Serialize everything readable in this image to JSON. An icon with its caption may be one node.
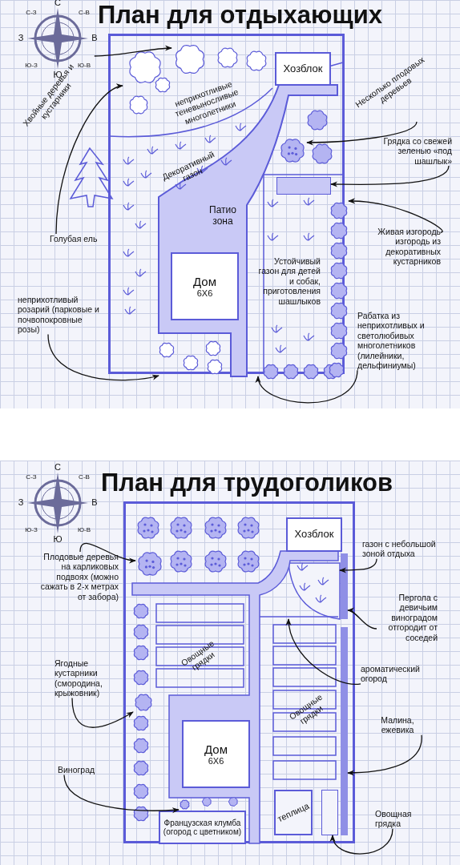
{
  "diagram": {
    "nodes": [
      {
        "text": [
          "План для отдыхающих"
        ]
      },
      {
        "text": [
          "Хвойные деревья и кустарники"
        ]
      },
      {
        "text": [],
        "shape": "cloud",
        "in": 0
      },
      {
        "text": [],
        "shape": "cloud",
        "in": 0
      },
      {
        "text": [
          "Хозблок"
        ],
        "in": 0
      },
      {
        "text": [
          "Несколько плодовых деревьев"
        ]
      },
      {
        "text": [],
        "shape": "picture",
        "in": 0
      },
      {
        "text": [
          "Грядка со свежей зеленью «под шашлык»"
        ]
      },
      {
        "text": [],
        "shape": "box",
        "in": 0
      },
      {
        "text": [
          "Голубая ель"
        ]
      },
      {
        "text": [
          "Патио зона"
        ],
        "in": 0
      },
      {
        "text": [
          "Живая изгородь изгородь из декоративных кустарников"
        ]
      },
      {
        "text": [],
        "shape": "picture",
        "in": 0
      },
      {
        "text": [
          "Дом",
          "6Х6"
        ],
        "in": 10
      },
      {
        "text": [
          "неприхотливый розарий (парковые и почвопокровные розы)"
        ]
      },
      {
        "text": [
          "Рабатка из неприхотливых и светолюбивых многолетников (лилейники, дельфиниумы)"
        ]
      },
      {
        "text": [],
        "shape": "picture",
        "in": 0
      },
      {
        "text": [
          "План для трудоголиков"
        ]
      },
      {
        "text": [
          "Хозблок"
        ],
        "in": 17
      },
      {
        "text": [],
        "shape": "picture",
        "in": 17
      },
      {
        "text": [
          "Плодовые деревья на карликовых подвоях (можно сажать в 2-х метрах от забора)"
        ]
      },
      {
        "text": [
          "газон с небольшой зоной отдыха"
        ]
      },
      {
        "text": [],
        "shape": "circle",
        "in": 17
      },
      {
        "text": [],
        "shape": "bar",
        "in": 17
      },
      {
        "text": [
          "Пергола с девичьим виноградом отгородит от соседей"
        ]
      },
      {
        "text": [
          "Ягодные кустарники (смородина, крыжовник)"
        ]
      },
      {
        "text": [],
        "shape": "cloud",
        "in": 17
      },
      {
        "text": [
          "ароматический огород"
        ]
      },
      {
        "text": [
          "Малина, ежевика"
        ]
      },
      {
        "text": [],
        "shape": "bar",
        "in": 17
      },
      {
        "text": [
          "Дом",
          "6Х6"
        ],
        "in": 17
      },
      {
        "text": [
          "Виноград"
        ]
      },
      {
        "text": [],
        "shape": "cloud",
        "in": 17
      },
      {
        "text": [
          "Французская клумба (огород с цветником)"
        ],
        "in": 17
      },
      {
        "text": [
          "теплица"
        ],
        "in": 17
      },
      {
        "text": [],
        "shape": "box",
        "in": 17
      },
      {
        "text": [
          "Овощная грядка"
        ]
      }
    ],
    "edges": [
      {
        "from": 1,
        "to": 3,
        "arrow": "to"
      },
      {
        "from": 9,
        "to": 2,
        "arrow": "to"
      },
      {
        "from": 5,
        "to": 6,
        "arrow": "to"
      },
      {
        "from": 7,
        "to": 8,
        "arrow": "to"
      },
      {
        "from": 11,
        "to": 12,
        "arrow": "to"
      },
      {
        "from": 15,
        "to": 10,
        "arrow": "to"
      },
      {
        "from": 14,
        "to": 16,
        "arrow": "to"
      },
      {
        "from": 20,
        "to": 19,
        "arrow": "to"
      },
      {
        "from": 25,
        "to": 26,
        "arrow": "to"
      },
      {
        "from": 31,
        "to": 32,
        "arrow": "to"
      },
      {
        "from": 21,
        "to": 22,
        "arrow": "to"
      },
      {
        "from": 27,
        "to": 22,
        "arrow": "to"
      },
      {
        "from": 24,
        "to": 23,
        "arrow": "to"
      },
      {
        "from": 28,
        "to": 29,
        "arrow": "to"
      },
      {
        "from": 36,
        "to": 35,
        "arrow": "to"
      }
    ],
    "labels": [
      "С",
      "С-З",
      "С-В",
      "З",
      "В",
      "Ю-З",
      "Ю-В",
      "Ю",
      "неприхотливые теневыносливые многолетники",
      "Декоративный газон",
      "Устойчивый газон для детей и собак, приготовления шашлыков",
      "С",
      "С-З",
      "С-В",
      "З",
      "В",
      "Ю-З",
      "Ю-В",
      "Ю",
      "Овощные грядки",
      "Овощные грядки"
    ]
  }
}
